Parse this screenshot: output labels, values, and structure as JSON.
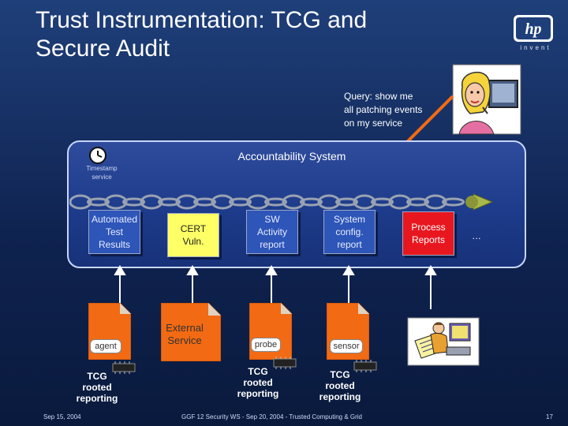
{
  "slide": {
    "title_line1": "Trust Instrumentation: TCG and",
    "title_line2": "Secure Audit",
    "logo_text": "invent"
  },
  "query": {
    "line1": "Query: show me",
    "line2": "all patching events",
    "line3": "on my service"
  },
  "accountability": {
    "title": "Accountability System",
    "timestamp_line1": "Timestamp",
    "timestamp_line2": "service"
  },
  "records": [
    {
      "lines": [
        "Automated",
        "Test",
        "Results"
      ],
      "color": "#2e55b8"
    },
    {
      "lines": [
        "CERT",
        "Vuln."
      ],
      "color": "#ffff66"
    },
    {
      "lines": [
        "SW",
        "Activity",
        "report"
      ],
      "color": "#2e55b8"
    },
    {
      "lines": [
        "System",
        "config.",
        "report"
      ],
      "color": "#2e55b8"
    },
    {
      "lines": [
        "Process",
        "Reports"
      ],
      "color": "#e8171f"
    }
  ],
  "more": "…",
  "sources": {
    "agent": "agent",
    "external_line1": "External",
    "external_line2": "Service",
    "probe": "probe",
    "sensor": "sensor"
  },
  "tcg": {
    "line1": "TCG",
    "line2": "rooted",
    "line3": "reporting"
  },
  "footer": {
    "date": "Sep 15, 2004",
    "conference": "GGF 12 Security WS - Sep 20, 2004 - Trusted Computing & Grid",
    "page": "17"
  },
  "colors": {
    "background": "#0f2350",
    "panel": "#1c3a89",
    "source_tab": "#f26a13",
    "query_arrow": "#f26a13"
  }
}
